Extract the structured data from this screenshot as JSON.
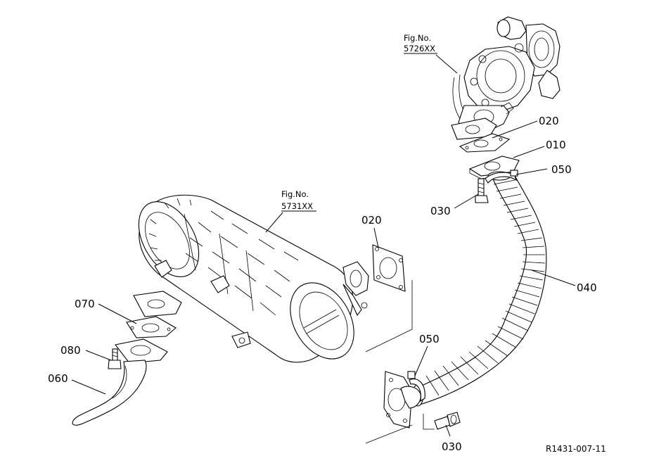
{
  "callouts": {
    "c020_upper": "020",
    "c010": "010",
    "c050_upper": "050",
    "c030_upper": "030",
    "c040": "040",
    "c020_mid": "020",
    "c070": "070",
    "c080": "080",
    "c060": "060",
    "c050_lower": "050",
    "c030_lower": "030"
  },
  "figure_refs": {
    "turbo": {
      "line1": "Fig.No.",
      "line2": "5726XX"
    },
    "dpf": {
      "line1": "Fig.No.",
      "line2": "5731XX"
    }
  },
  "drawing_number": "R1431-007-11"
}
